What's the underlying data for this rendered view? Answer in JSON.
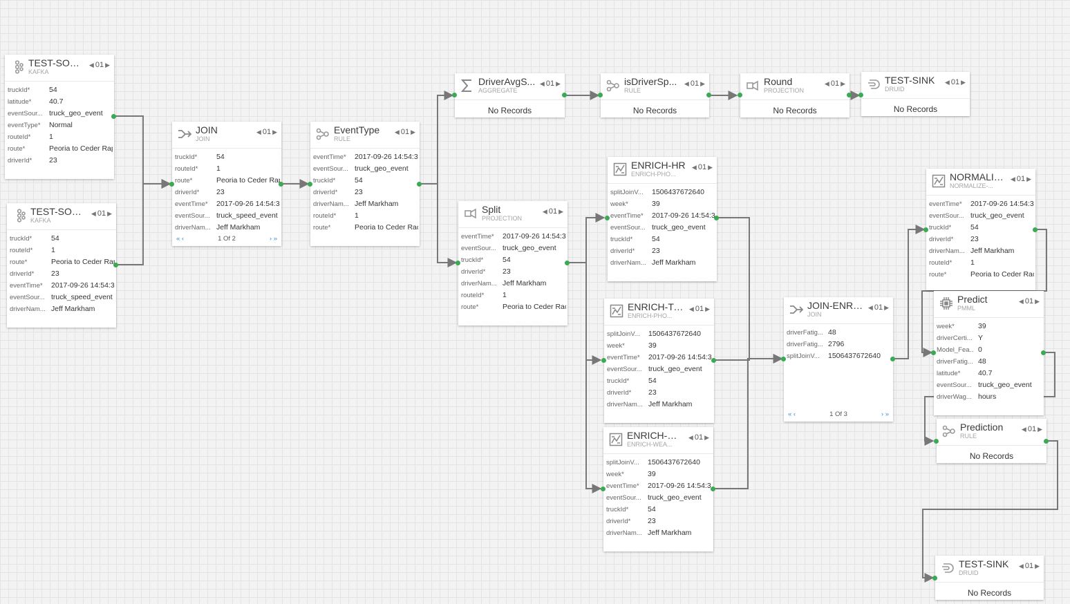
{
  "colors": {
    "port": "#3aaa55",
    "wire": "#777777",
    "pager_link": "#3a8fd8"
  },
  "nodes": {
    "src1": {
      "title": "TEST-SOURCE",
      "subtitle": "KAFKA",
      "parallelism": "01",
      "icon": "kafka-icon",
      "rows": [
        {
          "k": "truckId*",
          "v": "54"
        },
        {
          "k": "latitude*",
          "v": "40.7"
        },
        {
          "k": "eventSour...",
          "v": "truck_geo_event"
        },
        {
          "k": "eventType*",
          "v": "Normal"
        },
        {
          "k": "routeId*",
          "v": "1"
        },
        {
          "k": "route*",
          "v": "Peoria to Ceder Rap"
        },
        {
          "k": "driverId*",
          "v": "23"
        }
      ]
    },
    "src2": {
      "title": "TEST-SOURCE",
      "subtitle": "KAFKA",
      "parallelism": "01",
      "icon": "kafka-icon",
      "rows": [
        {
          "k": "truckId*",
          "v": "54"
        },
        {
          "k": "routeId*",
          "v": "1"
        },
        {
          "k": "route*",
          "v": "Peoria to Ceder Rap"
        },
        {
          "k": "driverId*",
          "v": "23"
        },
        {
          "k": "eventTime*",
          "v": "2017-09-26 14:54:3"
        },
        {
          "k": "eventSour...",
          "v": "truck_speed_event"
        },
        {
          "k": "driverNam...",
          "v": "Jeff Markham"
        }
      ]
    },
    "join": {
      "title": "JOIN",
      "subtitle": "JOIN",
      "parallelism": "01",
      "icon": "join-icon",
      "rows": [
        {
          "k": "truckId*",
          "v": "54"
        },
        {
          "k": "routeId*",
          "v": "1"
        },
        {
          "k": "route*",
          "v": "Peoria to Ceder Rap"
        },
        {
          "k": "driverId*",
          "v": "23"
        },
        {
          "k": "eventTime*",
          "v": "2017-09-26 14:54:3"
        },
        {
          "k": "eventSour...",
          "v": "truck_speed_event"
        },
        {
          "k": "driverNam...",
          "v": "Jeff Markham"
        }
      ],
      "pager": {
        "prev": "« ‹",
        "label": "1 Of 2",
        "next": "› »"
      }
    },
    "eventtype": {
      "title": "EventType",
      "subtitle": "RULE",
      "parallelism": "01",
      "icon": "rule-icon",
      "rows": [
        {
          "k": "eventTime*",
          "v": "2017-09-26 14:54:3"
        },
        {
          "k": "eventSour...",
          "v": "truck_geo_event"
        },
        {
          "k": "truckId*",
          "v": "54"
        },
        {
          "k": "driverId*",
          "v": "23"
        },
        {
          "k": "driverNam...",
          "v": "Jeff Markham"
        },
        {
          "k": "routeId*",
          "v": "1"
        },
        {
          "k": "route*",
          "v": "Peoria to Ceder Rac"
        }
      ]
    },
    "agg": {
      "title": "DriverAvgS...",
      "subtitle": "AGGREGATE",
      "parallelism": "01",
      "icon": "sigma-icon",
      "empty": "No Records"
    },
    "isdriver": {
      "title": "isDriverSp...",
      "subtitle": "RULE",
      "parallelism": "01",
      "icon": "rule-icon",
      "empty": "No Records"
    },
    "round": {
      "title": "Round",
      "subtitle": "PROJECTION",
      "parallelism": "01",
      "icon": "projection-icon",
      "empty": "No Records"
    },
    "sink1": {
      "title": "TEST-SINK",
      "subtitle": "DRUID",
      "parallelism": "01",
      "icon": "druid-icon",
      "empty": "No Records"
    },
    "split": {
      "title": "Split",
      "subtitle": "PROJECTION",
      "parallelism": "01",
      "icon": "projection-icon",
      "rows": [
        {
          "k": "eventTime*",
          "v": "2017-09-26 14:54:3"
        },
        {
          "k": "eventSour...",
          "v": "truck_geo_event"
        },
        {
          "k": "truckId*",
          "v": "54"
        },
        {
          "k": "driverId*",
          "v": "23"
        },
        {
          "k": "driverNam...",
          "v": "Jeff Markham"
        },
        {
          "k": "routeId*",
          "v": "1"
        },
        {
          "k": "route*",
          "v": "Peoria to Ceder Rac"
        }
      ]
    },
    "enrichhr": {
      "title": "ENRICH-HR",
      "subtitle": "ENRICH-PHO...",
      "parallelism": "01",
      "icon": "enrich-icon",
      "rows": [
        {
          "k": "splitJoinV...",
          "v": "1506437672640"
        },
        {
          "k": "week*",
          "v": "39"
        },
        {
          "k": "eventTime*",
          "v": "2017-09-26 14:54:3"
        },
        {
          "k": "eventSour...",
          "v": "truck_geo_event"
        },
        {
          "k": "truckId*",
          "v": "54"
        },
        {
          "k": "driverId*",
          "v": "23"
        },
        {
          "k": "driverNam...",
          "v": "Jeff Markham"
        }
      ]
    },
    "enrichtim": {
      "title": "ENRICH-Tim...",
      "subtitle": "ENRICH-PHO...",
      "parallelism": "01",
      "icon": "enrich-icon",
      "rows": [
        {
          "k": "splitJoinV...",
          "v": "1506437672640"
        },
        {
          "k": "week*",
          "v": "39"
        },
        {
          "k": "eventTime*",
          "v": "2017-09-26 14:54:3"
        },
        {
          "k": "eventSour...",
          "v": "truck_geo_event"
        },
        {
          "k": "truckId*",
          "v": "54"
        },
        {
          "k": "driverId*",
          "v": "23"
        },
        {
          "k": "driverNam...",
          "v": "Jeff Markham"
        }
      ]
    },
    "enrichwea": {
      "title": "ENRICH-WEA...",
      "subtitle": "ENRICH-WEA...",
      "parallelism": "01",
      "icon": "enrich-icon",
      "rows": [
        {
          "k": "splitJoinV...",
          "v": "1506437672640"
        },
        {
          "k": "week*",
          "v": "39"
        },
        {
          "k": "eventTime*",
          "v": "2017-09-26 14:54:3"
        },
        {
          "k": "eventSour...",
          "v": "truck_geo_event"
        },
        {
          "k": "truckId*",
          "v": "54"
        },
        {
          "k": "driverId*",
          "v": "23"
        },
        {
          "k": "driverNam...",
          "v": "Jeff Markham"
        }
      ]
    },
    "joinenric": {
      "title": "JOIN-ENRIC...",
      "subtitle": "JOIN",
      "parallelism": "01",
      "icon": "join-icon",
      "rows": [
        {
          "k": "driverFatig...",
          "v": "48"
        },
        {
          "k": "driverFatig...",
          "v": "2796"
        },
        {
          "k": "splitJoinV...",
          "v": "1506437672640"
        }
      ],
      "pager": {
        "prev": "« ‹",
        "label": "1 Of 3",
        "next": "› »"
      }
    },
    "normalize": {
      "title": "NORMALIZE-...",
      "subtitle": "NORMALIZE-...",
      "parallelism": "01",
      "icon": "enrich-icon",
      "rows": [
        {
          "k": "eventTime*",
          "v": "2017-09-26 14:54:3"
        },
        {
          "k": "eventSour...",
          "v": "truck_geo_event"
        },
        {
          "k": "truckId*",
          "v": "54"
        },
        {
          "k": "driverId*",
          "v": "23"
        },
        {
          "k": "driverNam...",
          "v": "Jeff Markham"
        },
        {
          "k": "routeId*",
          "v": "1"
        },
        {
          "k": "route*",
          "v": "Peoria to Ceder Rac"
        }
      ]
    },
    "predict": {
      "title": "Predict",
      "subtitle": "PMML",
      "parallelism": "01",
      "icon": "chip-icon",
      "rows": [
        {
          "k": "week*",
          "v": "39"
        },
        {
          "k": "driverCerti...",
          "v": "Y"
        },
        {
          "k": "Model_Fea...",
          "v": "0"
        },
        {
          "k": "driverFatig...",
          "v": "48"
        },
        {
          "k": "latitude*",
          "v": "40.7"
        },
        {
          "k": "eventSour...",
          "v": "truck_geo_event"
        },
        {
          "k": "driverWag...",
          "v": "hours"
        }
      ]
    },
    "prediction": {
      "title": "Prediction",
      "subtitle": "RULE",
      "parallelism": "01",
      "icon": "rule-icon",
      "empty": "No Records"
    },
    "sink2": {
      "title": "TEST-SINK",
      "subtitle": "DRUID",
      "parallelism": "01",
      "icon": "druid-icon",
      "empty": "No Records"
    }
  }
}
